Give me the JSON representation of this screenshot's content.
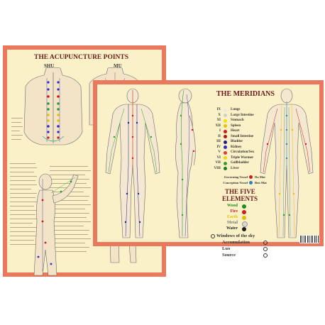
{
  "back_poster": {
    "title": "THE ACUPUNCTURE POINTS",
    "column_left": "SHU",
    "column_right": "MU"
  },
  "front_poster": {
    "title": "THE MERIDIANS",
    "meridians": [
      {
        "num": "IX",
        "name": "Lungs",
        "color": "#e8e8e8"
      },
      {
        "num": "X",
        "name": "Large Intestine",
        "color": "#cfcfcf"
      },
      {
        "num": "XI",
        "name": "Stomach",
        "color": "#f2e200"
      },
      {
        "num": "XII",
        "name": "Spleen",
        "color": "#e6c400"
      },
      {
        "num": "I",
        "name": "Heart",
        "color": "#d6141c"
      },
      {
        "num": "II",
        "name": "Small Intestine",
        "color": "#b01818"
      },
      {
        "num": "III",
        "name": "Bladder",
        "color": "#1c1c8a"
      },
      {
        "num": "IV",
        "name": "Kidney",
        "color": "#2c2cc8"
      },
      {
        "num": "V",
        "name": "Circulation/Sex",
        "color": "#e03a3a"
      },
      {
        "num": "VI",
        "name": "Triple Warmer",
        "color": "#f0d60a"
      },
      {
        "num": "VII",
        "name": "Gallbladder",
        "color": "#2e9e2e"
      },
      {
        "num": "VIII",
        "name": "Liver",
        "color": "#1d7a1d"
      }
    ],
    "vessels": [
      {
        "name": "Governing Vessel",
        "short": "Du Mai",
        "color": "#c61e1e"
      },
      {
        "name": "Conception Vessel",
        "short": "Ren Mai",
        "color": "#2f7fc4"
      }
    ],
    "elements_title_1": "THE FIVE",
    "elements_title_2": "ELEMENTS",
    "elements": [
      {
        "name": "Wood",
        "color": "#1f8a1f"
      },
      {
        "name": "Fire",
        "color": "#d41a1a"
      },
      {
        "name": "Earth",
        "color": "#e2c000"
      },
      {
        "name": "Metal",
        "color": "#d8d8d8"
      },
      {
        "name": "Water",
        "color": "#1c1c1c"
      }
    ],
    "special": [
      {
        "name": "Windows of the sky"
      },
      {
        "name": "Accumulation"
      },
      {
        "name": "Luo"
      },
      {
        "name": "Source"
      }
    ]
  }
}
